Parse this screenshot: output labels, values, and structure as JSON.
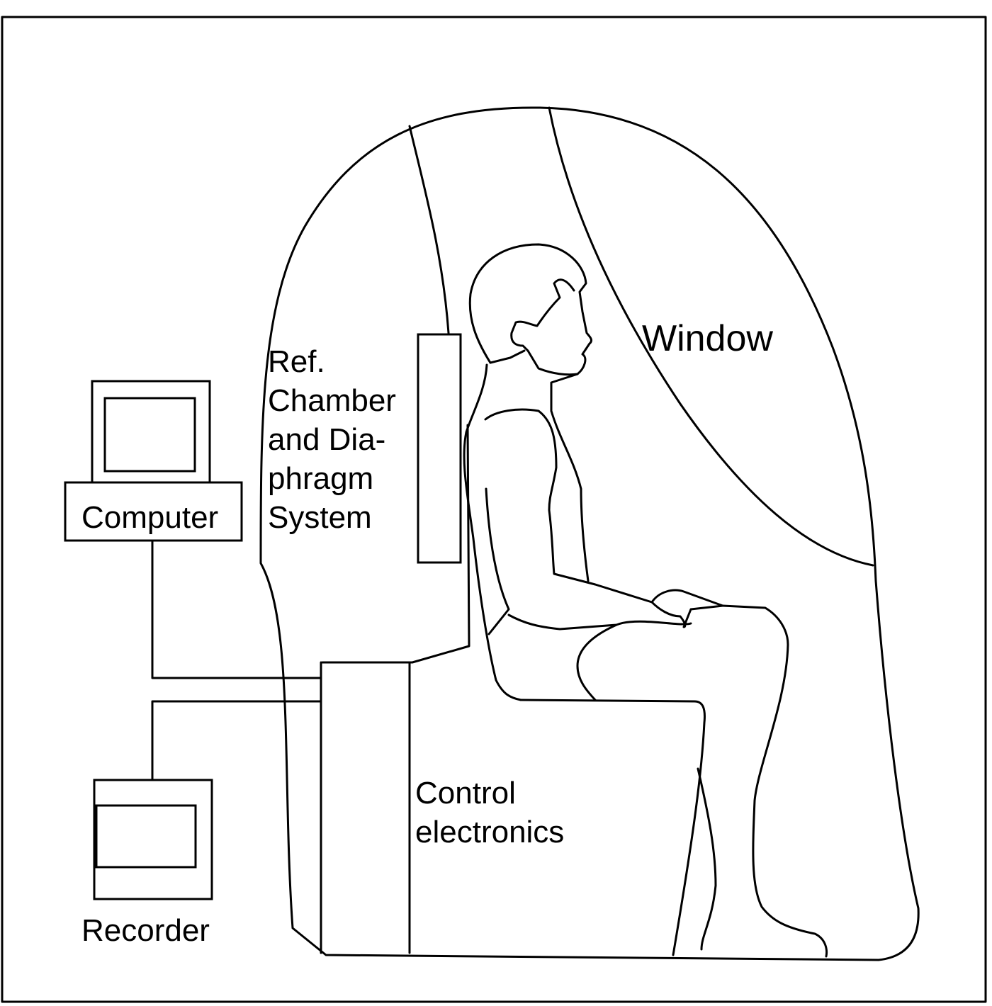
{
  "labels": {
    "window": "Window",
    "ref_chamber": [
      "Ref.",
      "Chamber",
      "and Dia-",
      "phragm",
      "System"
    ],
    "computer": "Computer",
    "recorder": "Recorder",
    "control_electronics": [
      "Control",
      "electronics"
    ]
  },
  "colors": {
    "stroke": "#000000",
    "background": "#ffffff"
  }
}
